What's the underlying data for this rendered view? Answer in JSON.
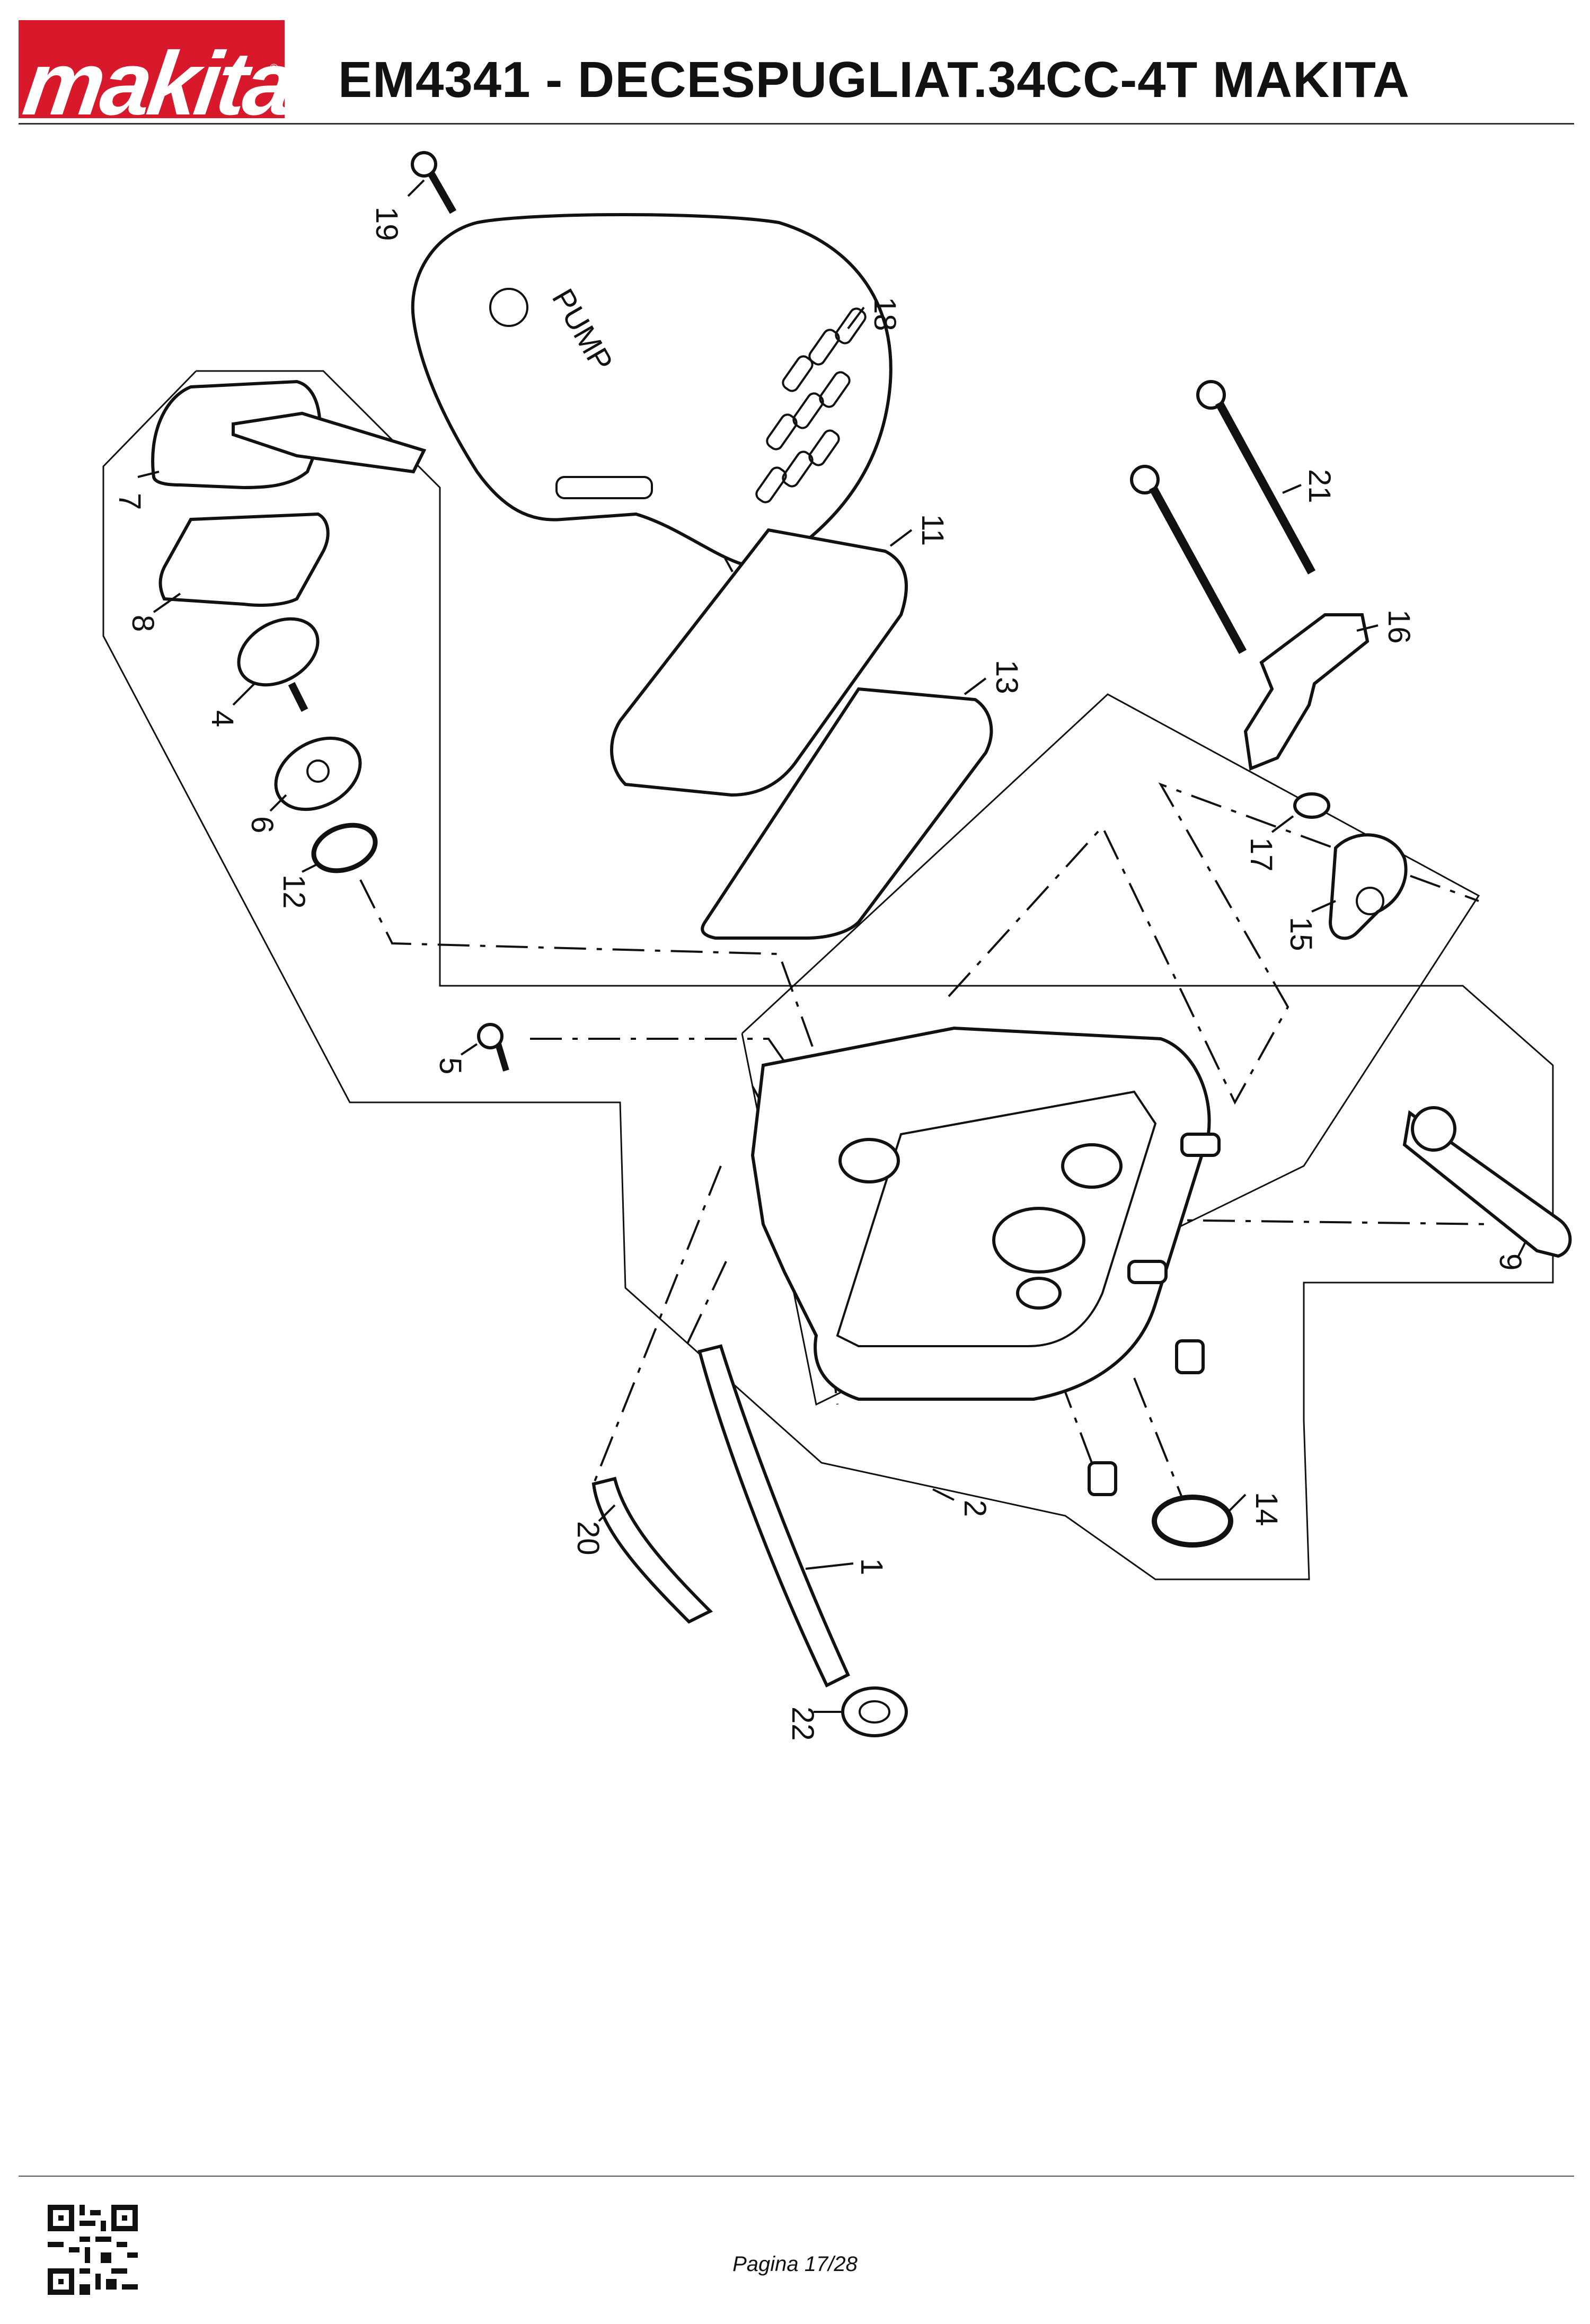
{
  "header": {
    "brand": "makita",
    "title": "EM4341 - DECESPUGLIAT.34CC-4T MAKITA"
  },
  "diagram": {
    "part_numbers": [
      "1",
      "2",
      "4",
      "5",
      "6",
      "7",
      "8",
      "9",
      "11",
      "12",
      "13",
      "14",
      "15",
      "16",
      "17",
      "18",
      "19",
      "20",
      "21",
      "22"
    ],
    "cover_text": "PUMP"
  },
  "footer": {
    "page_label": "Pagina 17/28"
  }
}
